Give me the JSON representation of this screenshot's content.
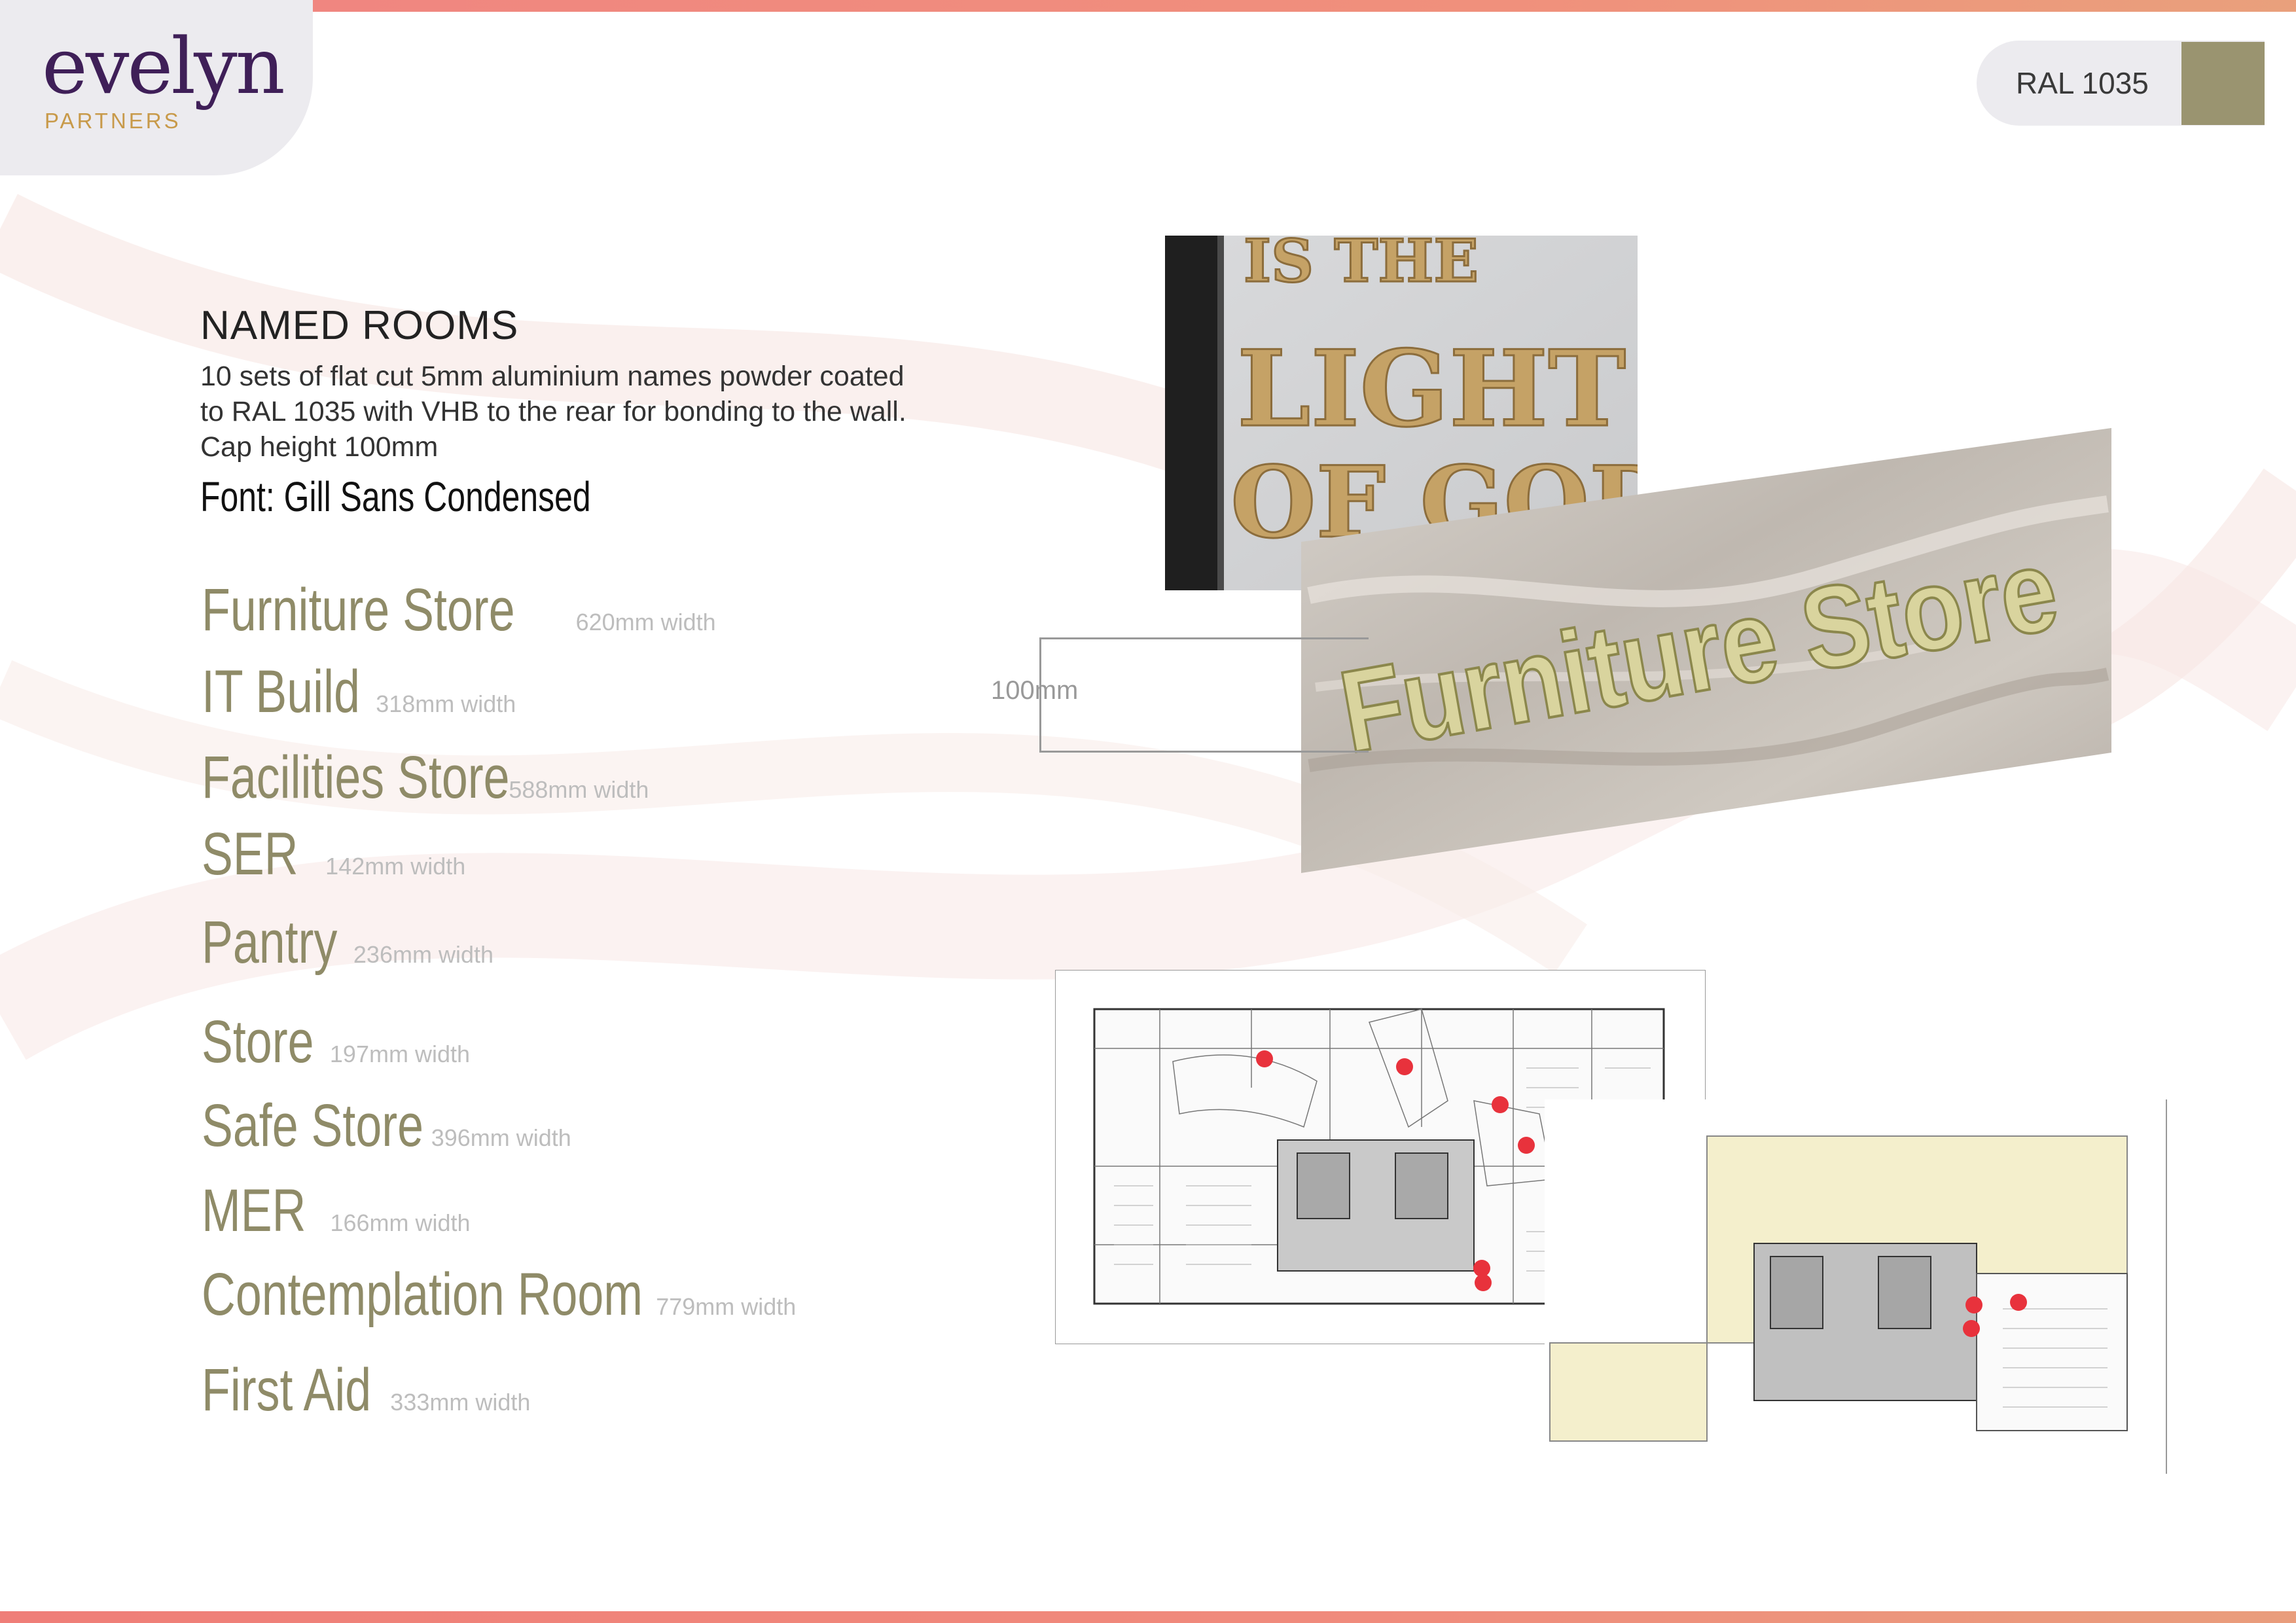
{
  "logo": {
    "word": "evelyn",
    "sub": "PARTNERS"
  },
  "ral": {
    "label": "RAL 1035",
    "color": "#9a9470"
  },
  "section": {
    "title": "NAMED ROOMS",
    "description": "10 sets of flat cut 5mm aluminium names powder coated\nto RAL 1035 with VHB to the rear for bonding to the wall.\nCap height 100mm",
    "font": "Font: Gill Sans Condensed"
  },
  "rooms": [
    {
      "name": "Furniture Store",
      "width": "620mm width"
    },
    {
      "name": "IT Build",
      "width": "318mm width"
    },
    {
      "name": "Facilities Store",
      "width": "588mm width"
    },
    {
      "name": "SER",
      "width": "142mm width"
    },
    {
      "name": "Pantry",
      "width": "236mm width"
    },
    {
      "name": "Store",
      "width": "197mm width"
    },
    {
      "name": "Safe Store",
      "width": "396mm width"
    },
    {
      "name": "MER",
      "width": "166mm width"
    },
    {
      "name": "Contemplation Room",
      "width": "779mm width"
    },
    {
      "name": "First Aid",
      "width": "333mm width"
    }
  ],
  "photo": {
    "lines": [
      "IS THE",
      "LIGHT",
      "OF GOD"
    ]
  },
  "render": {
    "sign_text": "Furniture Store"
  },
  "dimension": {
    "label": "100mm"
  },
  "colors": {
    "accent": "#f08680",
    "brand": "#3f1f58",
    "gold": "#c89a4a",
    "letters": "#8f8b68",
    "marker": "#e8323c"
  }
}
